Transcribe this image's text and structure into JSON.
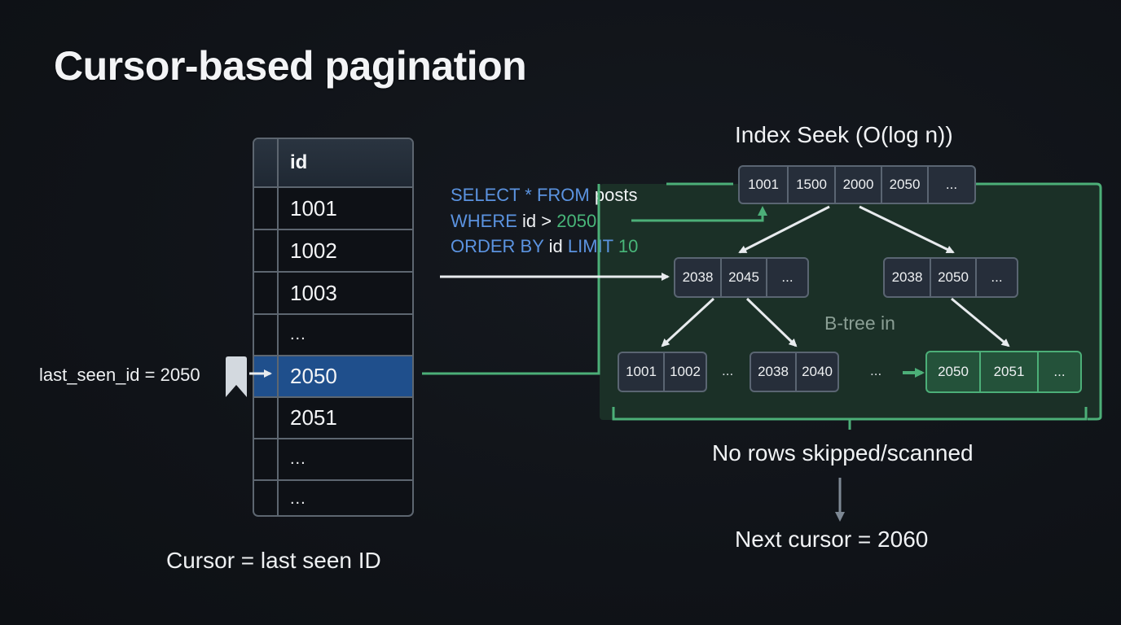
{
  "title": "Cursor-based pagination",
  "table": {
    "header": "id",
    "rows": [
      "1001",
      "1002",
      "1003",
      "...",
      "2050",
      "2051",
      "...",
      "..."
    ],
    "highlighted_index": 4
  },
  "cursor_label": "last_seen_id = 2050",
  "caption_left": "Cursor = last seen ID",
  "sql": {
    "line1": {
      "kw": "SELECT * FROM",
      "rest": "posts"
    },
    "line2": {
      "kw": "WHERE",
      "mid": "id >",
      "num": "2050"
    },
    "line3": {
      "kw1": "ORDER BY",
      "mid": "id",
      "kw2": "LIMIT",
      "num": "10"
    }
  },
  "index_seek_label": "Index Seek (O(log n))",
  "btree_label": "B-tree in",
  "nodes": {
    "root": [
      "1001",
      "1500",
      "2000",
      "2050",
      "..."
    ],
    "mid_left": [
      "2038",
      "2045",
      "..."
    ],
    "mid_right": [
      "2038",
      "2050",
      "..."
    ],
    "leaf1": [
      "1001",
      "1002"
    ],
    "leaf2": [
      "2038",
      "2040"
    ],
    "leaf_target": [
      "2050",
      "2051",
      "..."
    ],
    "gap_dots": [
      "...",
      "..."
    ]
  },
  "no_rows_label": "No rows skipped/scanned",
  "next_cursor_label": "Next cursor = 2060",
  "colors": {
    "accent_green": "#4caf78",
    "highlight_blue": "#1f4f8c",
    "sql_keyword": "#5b93e0",
    "region_bg": "#1b3027"
  }
}
